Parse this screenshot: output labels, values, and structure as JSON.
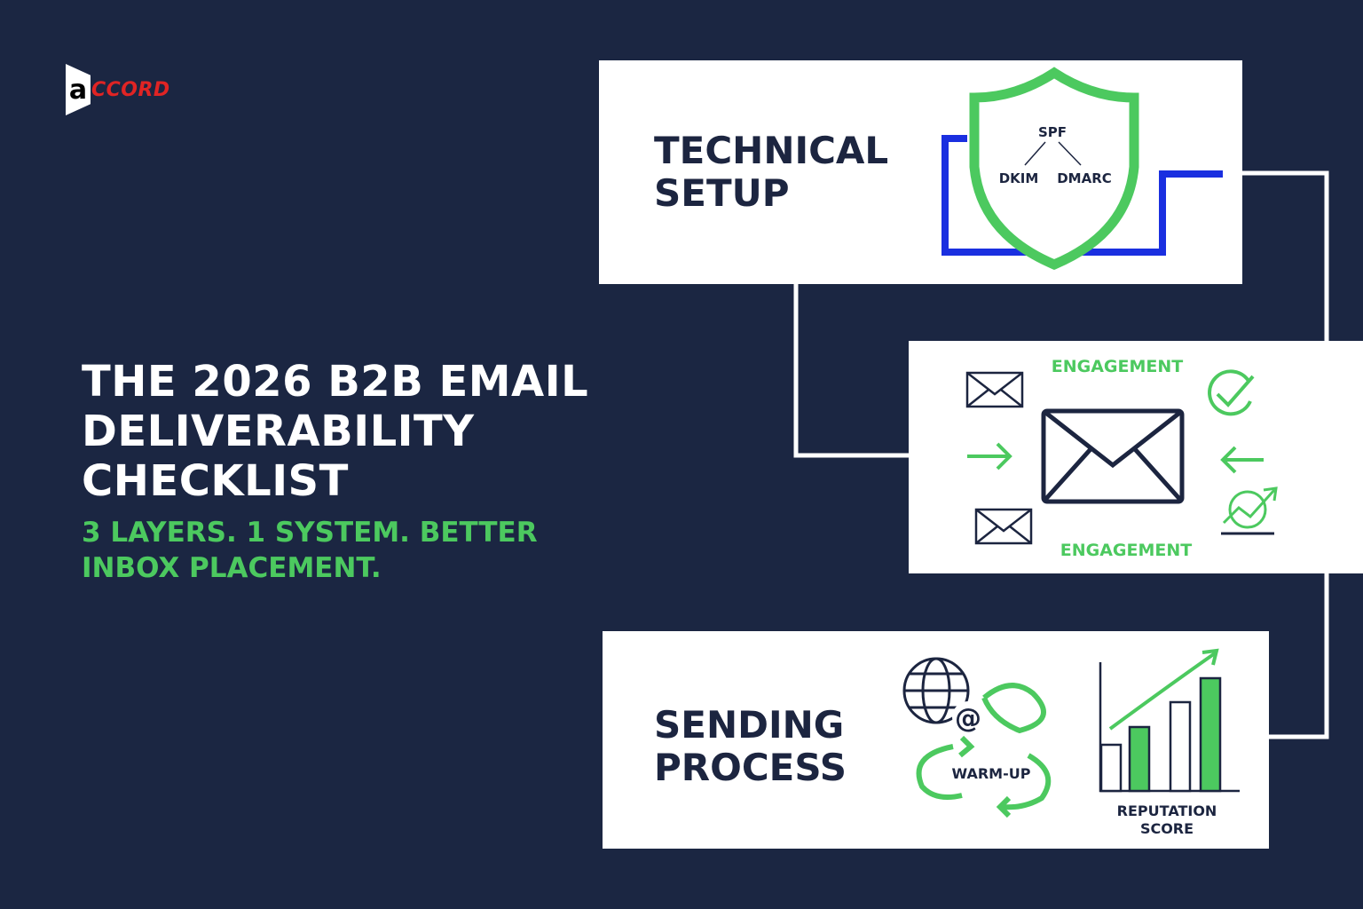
{
  "logo": {
    "mark": "a",
    "text": "CCORD"
  },
  "title": [
    "THE 2026 B2B EMAIL",
    "DELIVERABILITY",
    "CHECKLIST"
  ],
  "subtitle": "3 LAYERS. 1 SYSTEM. BETTER INBOX PLACEMENT.",
  "colors": {
    "background": "#1b2642",
    "accent": "#4cc95f",
    "navy": "#1c2540",
    "blue": "#1a2fe0",
    "logo_red": "#e02424"
  },
  "technical": {
    "title": [
      "TECHNICAL",
      "SETUP"
    ],
    "icon": "shield-icon",
    "labels": {
      "spf": "SPF",
      "dkim": "DKIM",
      "dmarc": "DMARC"
    }
  },
  "engagement": {
    "label_top": "ENGAGEMENT",
    "label_bottom": "ENGAGEMENT",
    "icons": [
      "envelope-icon",
      "arrow-right-icon",
      "check-circle-icon",
      "arrow-left-icon",
      "trend-up-icon"
    ]
  },
  "sending": {
    "title": [
      "SENDING",
      "PROCESS"
    ],
    "warmup": "WARM-UP",
    "reputation": [
      "REPUTATION",
      "SCORE"
    ],
    "icons": [
      "globe-icon",
      "at-icon",
      "cycle-arrows-icon",
      "bar-chart-icon"
    ]
  }
}
